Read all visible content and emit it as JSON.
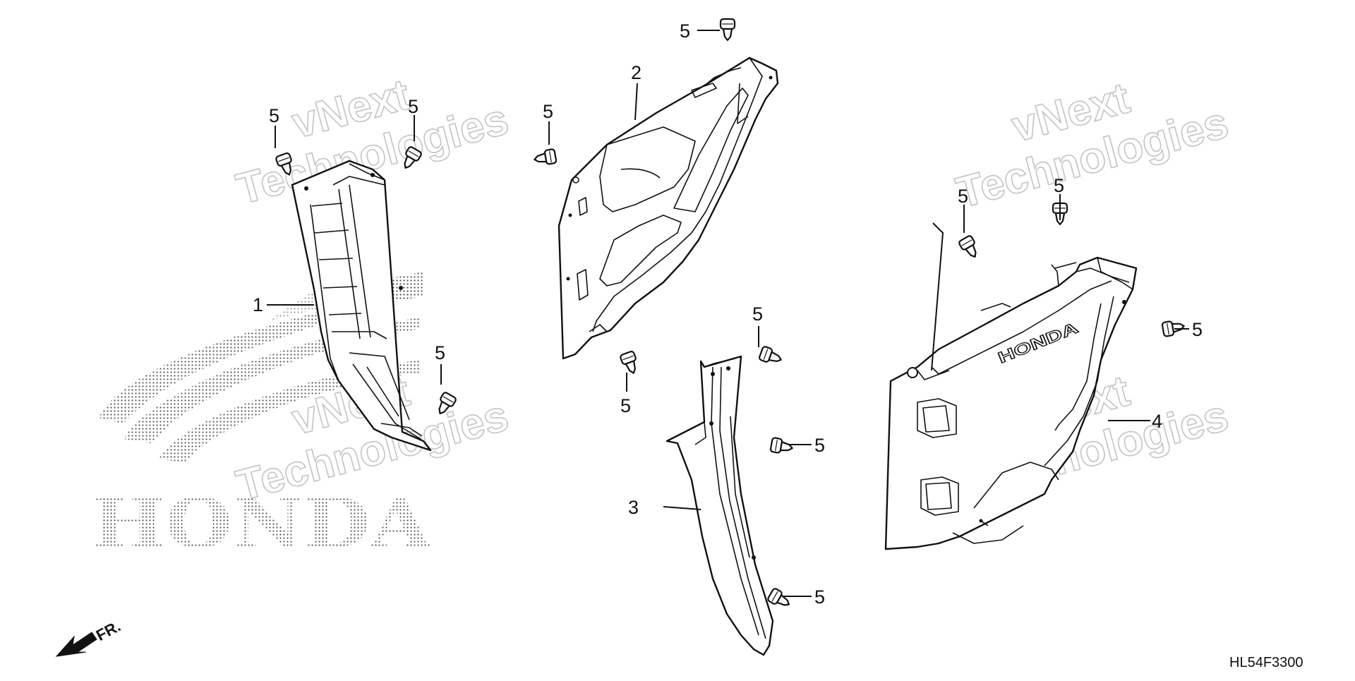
{
  "diagram": {
    "reference_code": "HL54F3300",
    "front_label": "FR.",
    "logo_text": "HONDA",
    "panel_logo_text": "HONDA",
    "watermark": {
      "line1": "vNext",
      "line2": "Technologies"
    },
    "callouts": [
      {
        "label": "1"
      },
      {
        "label": "2"
      },
      {
        "label": "3"
      },
      {
        "label": "4"
      },
      {
        "label": "5"
      },
      {
        "label": "5"
      },
      {
        "label": "5"
      },
      {
        "label": "5"
      },
      {
        "label": "5"
      },
      {
        "label": "5"
      },
      {
        "label": "5"
      },
      {
        "label": "5"
      },
      {
        "label": "5"
      },
      {
        "label": "5"
      },
      {
        "label": "5"
      },
      {
        "label": "5"
      }
    ]
  }
}
